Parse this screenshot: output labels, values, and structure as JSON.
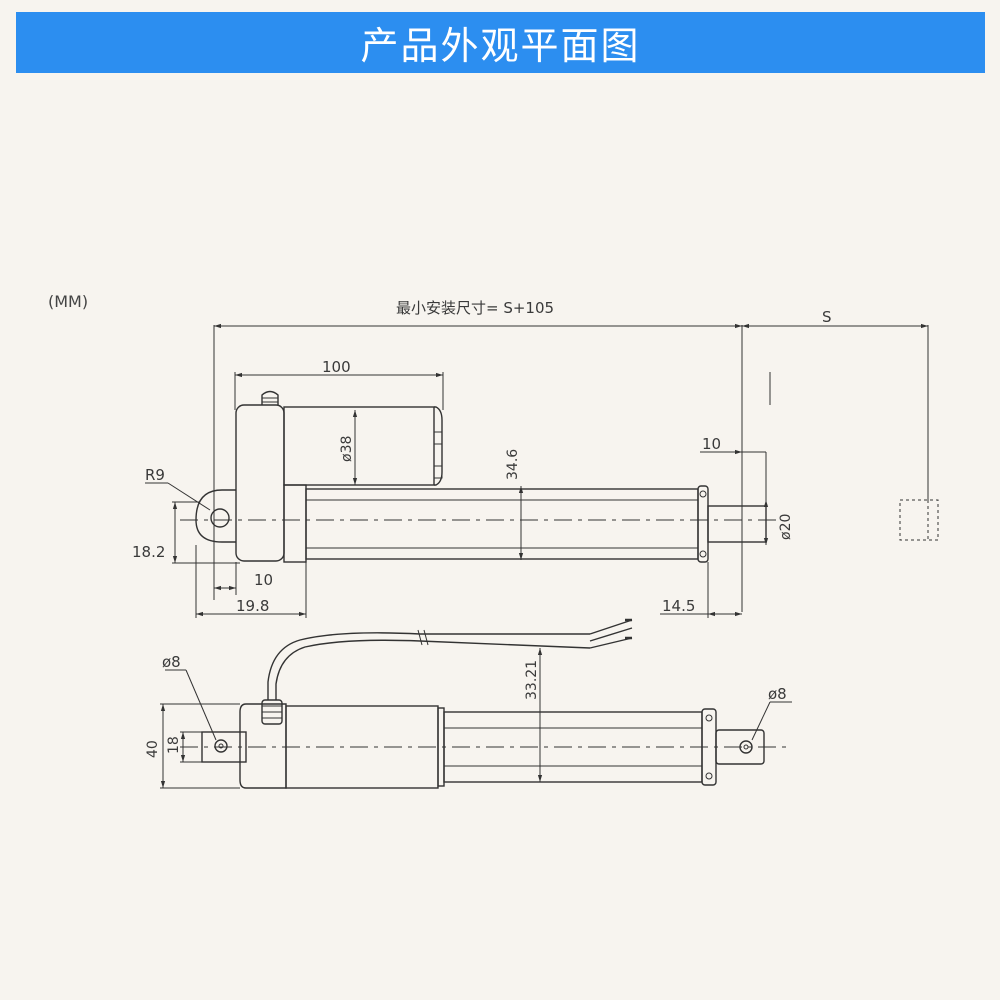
{
  "banner": {
    "title": "产品外观平面图",
    "color": "#2c8ef0"
  },
  "unit_label": "(MM)",
  "top_view": {
    "install_size_label": "最小安装尺寸= S+105",
    "stroke_label": "S",
    "motor_length": "100",
    "motor_diameter": "ø38",
    "height": "34.6",
    "rod_diameter": "ø20",
    "rod_end_offset": "10",
    "radius": "R9",
    "mount_height": "18.2",
    "mount_offset": "10",
    "mount_length": "19.8",
    "rod_tail": "14.5"
  },
  "side_view": {
    "hole_left": "ø8",
    "hole_right": "ø8",
    "height": "33.21",
    "overall_width": "40",
    "clevis_width": "18"
  }
}
